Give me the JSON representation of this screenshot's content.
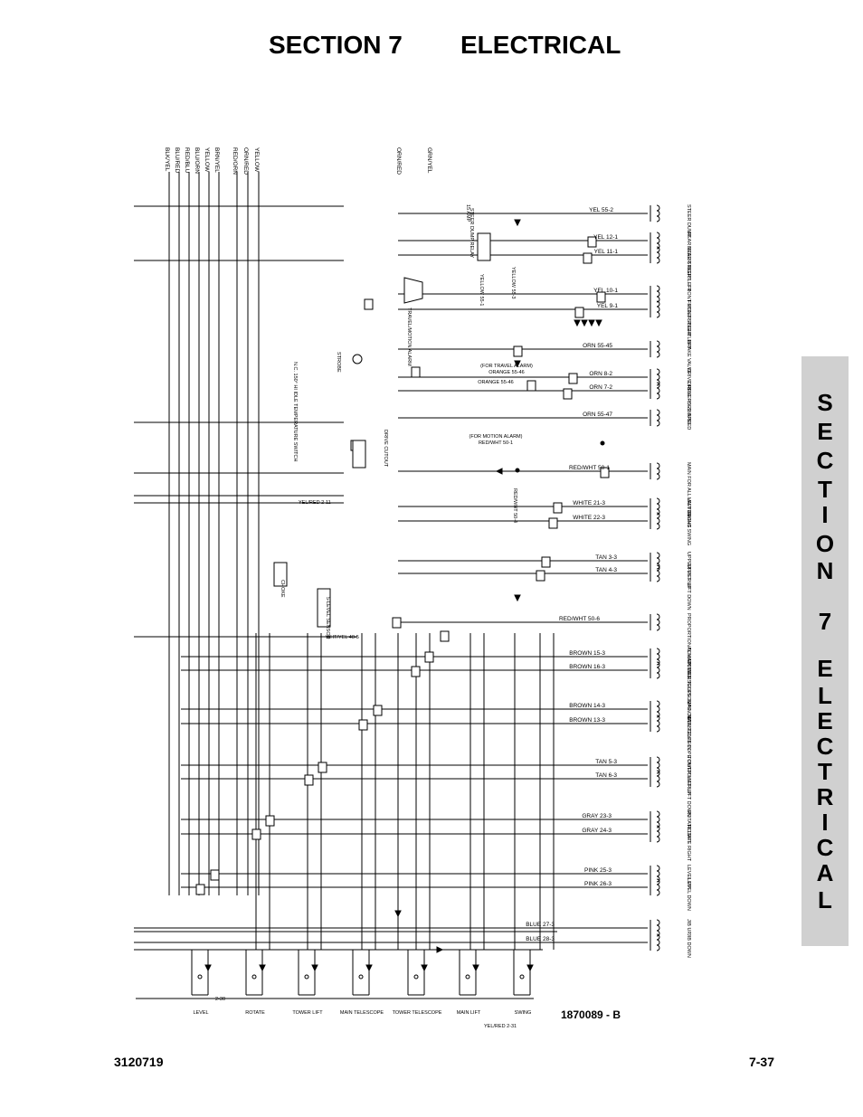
{
  "header": {
    "section": "SECTION 7",
    "title": "ELECTRICAL"
  },
  "side_tab": {
    "letters": [
      "S",
      "E",
      "C",
      "T",
      "I",
      "O",
      "N",
      "7",
      "E",
      "L",
      "E",
      "C",
      "T",
      "R",
      "I",
      "C",
      "A",
      "L"
    ]
  },
  "footer": {
    "doc_number": "3120719",
    "page": "7-37"
  },
  "diagram": {
    "drawing_number": "1870089 - B",
    "right_labels": [
      "YEL 55-2",
      "YEL 12-1",
      "YEL 11-1",
      "YEL 10-1",
      "YEL 9-1",
      "ORN 55-45",
      "ORN 8-2",
      "ORN 7-2",
      "ORN 55-47",
      "RED/WHT 50-1",
      "WHITE 21-3",
      "WHITE 22-3",
      "TAN 3-3",
      "TAN 4-3",
      "RED/WHT 50-6",
      "BROWN 15-3",
      "BROWN 16-3",
      "BROWN 14-3",
      "BROWN 13-3",
      "TAN 5-3",
      "TAN 6-3",
      "GRAY 23-3",
      "GRAY 24-3",
      "PINK 25-3",
      "PINK 26-3",
      "BLUE 27-3",
      "BLUE 28-3"
    ],
    "valve_labels": [
      "STEER DUMP",
      "REAR STEER RIGHT",
      "REAR STEER LEFT",
      "FRONT STEER RIGHT",
      "FRONT STEER LEFT",
      "BRAKE VALVE",
      "DRIVE REVERSE",
      "DRIVE FORWARD",
      "2 SPEED",
      "MAIN FOR ALL VALVES",
      "LEFT SWING",
      "RIGHT SWING",
      "UPPER LIFT UP",
      "UPPER LIFT DOWN",
      "PROPORTIONAL MAIN LIFT",
      "TOWER TELESCOPE IN",
      "TOWER TELESCOPE OUT",
      "MAIN TELESCOPE IN",
      "MAIN TELESCOPE OUT",
      "TOWER LIFT UP",
      "TOWER LIFT DOWN",
      "ROTATE LEFT",
      "ROTATE RIGHT",
      "LEVEL UP",
      "LEVEL DOWN",
      "JIB UP",
      "JIB DOWN"
    ],
    "mid_labels": [
      "(FOR TRAVEL ALARM)",
      "ORANGE 55-46",
      "ORANGE 55-46",
      "(FOR MOTION ALARM)",
      "RED/WHT 50-1",
      "WHT/YEL 48-5",
      "YEL/RED 2-11",
      "YELLOW 55-1",
      "YELLOW 55-3",
      "DRIVE CUTOUT",
      "STEER DUMP RELAY",
      "TRAVEL/MOTION ALARM",
      "STROBE",
      "N.C. 150° HI IDLE TEMPERATURE SWITCH",
      "CHOKE",
      "5-LEVEL SENSOR",
      "RED/WHT 50-4",
      "15 AMP"
    ],
    "bottom_labels": [
      "LEVEL",
      "ROTATE",
      "TOWER LIFT",
      "MAIN TELESCOPE",
      "TOWER TELESCOPE",
      "MAIN LIFT",
      "SWING",
      "2-30",
      "YEL/RED 2-31"
    ],
    "top_wire_labels": [
      "BLK/YEL",
      "BLU/RED",
      "RED/BLU",
      "BLU/ORN",
      "YELLOW",
      "BRN/YEL",
      "RED/ORN",
      "ORN/RED",
      "YELLOW",
      "ORN/RED",
      "GRN/YEL"
    ]
  }
}
